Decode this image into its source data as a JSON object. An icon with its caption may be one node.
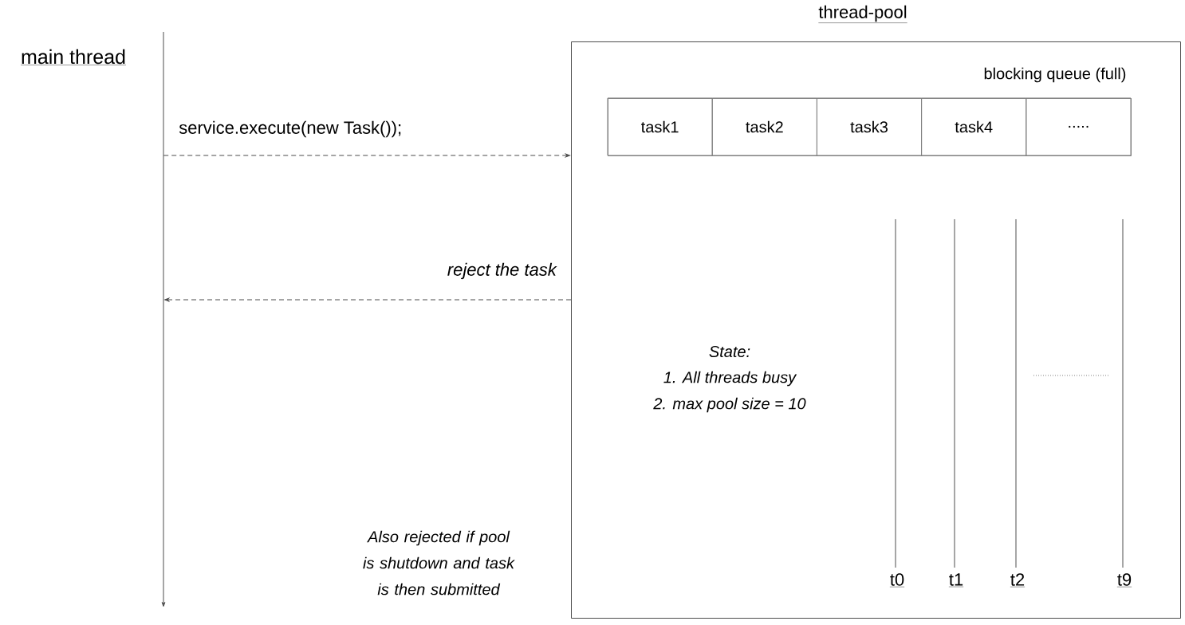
{
  "diagram": {
    "nodes": [
      {
        "text": [
          "main thread"
        ]
      },
      {
        "text": [
          "thread-pool"
        ]
      },
      {
        "text": [
          "blocking queue (full)"
        ],
        "in": 1
      },
      {
        "text": [
          "task1"
        ],
        "in": 2
      },
      {
        "text": [
          "task2"
        ],
        "in": 2
      },
      {
        "text": [
          "task3"
        ],
        "in": 2
      },
      {
        "text": [
          "task4"
        ],
        "in": 2
      },
      {
        "text": [
          "....."
        ],
        "in": 2
      },
      {
        "text": [
          "t0"
        ],
        "in": 1
      },
      {
        "text": [
          "t1"
        ],
        "in": 1
      },
      {
        "text": [
          "t2"
        ],
        "in": 1
      },
      {
        "text": [
          "t9"
        ],
        "in": 1
      }
    ],
    "edges": [
      {
        "from": 0,
        "to": 1,
        "arrow": "to",
        "style": "dashed",
        "label": "service.execute(new Task());"
      },
      {
        "from": 1,
        "to": 0,
        "arrow": "to",
        "style": "dashed",
        "label": "reject the task"
      }
    ],
    "labels": [
      "State:",
      "1. All threads busy",
      "2. max pool size = 10",
      "Also rejected if pool is shutdown and task is then submitted"
    ]
  }
}
